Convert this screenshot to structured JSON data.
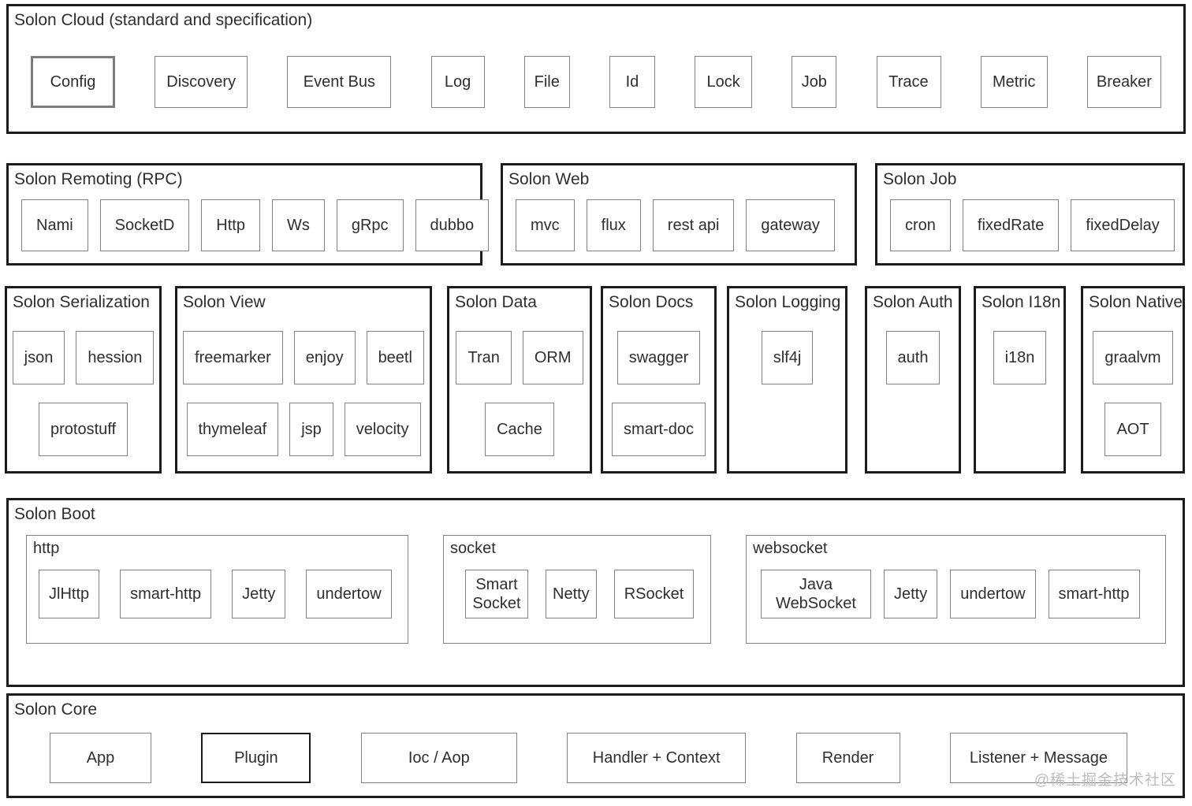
{
  "cloud": {
    "title": "Solon Cloud (standard and specification)",
    "items": [
      "Config",
      "Discovery",
      "Event Bus",
      "Log",
      "File",
      "Id",
      "Lock",
      "Job",
      "Trace",
      "Metric",
      "Breaker"
    ]
  },
  "remoting": {
    "title": "Solon Remoting (RPC)",
    "items": [
      "Nami",
      "SocketD",
      "Http",
      "Ws",
      "gRpc",
      "dubbo"
    ]
  },
  "web": {
    "title": "Solon Web",
    "items": [
      "mvc",
      "flux",
      "rest api",
      "gateway"
    ]
  },
  "job": {
    "title": "Solon Job",
    "items": [
      "cron",
      "fixedRate",
      "fixedDelay"
    ]
  },
  "serialization": {
    "title": "Solon Serialization",
    "rows": [
      [
        "json",
        "hession"
      ],
      [
        "protostuff"
      ]
    ]
  },
  "view": {
    "title": "Solon View",
    "rows": [
      [
        "freemarker",
        "enjoy",
        "beetl"
      ],
      [
        "thymeleaf",
        "jsp",
        "velocity"
      ]
    ]
  },
  "data": {
    "title": "Solon Data",
    "rows": [
      [
        "Tran",
        "ORM"
      ],
      [
        "Cache"
      ]
    ]
  },
  "docs": {
    "title": "Solon Docs",
    "rows": [
      [
        "swagger"
      ],
      [
        "smart-doc"
      ]
    ]
  },
  "logging": {
    "title": "Solon Logging",
    "rows": [
      [
        "slf4j"
      ]
    ]
  },
  "auth": {
    "title": "Solon Auth",
    "rows": [
      [
        "auth"
      ]
    ]
  },
  "i18n": {
    "title": "Solon I18n",
    "rows": [
      [
        "i18n"
      ]
    ]
  },
  "native": {
    "title": "Solon Native",
    "rows": [
      [
        "graalvm"
      ],
      [
        "AOT"
      ]
    ]
  },
  "boot": {
    "title": "Solon Boot",
    "groups": [
      {
        "title": "http",
        "items": [
          "JlHttp",
          "smart-http",
          "Jetty",
          "undertow"
        ]
      },
      {
        "title": "socket",
        "items": [
          "Smart Socket",
          "Netty",
          "RSocket"
        ]
      },
      {
        "title": "websocket",
        "items": [
          "Java WebSocket",
          "Jetty",
          "undertow",
          "smart-http"
        ]
      }
    ]
  },
  "core": {
    "title": "Solon Core",
    "items": [
      "App",
      "Plugin",
      "Ioc / Aop",
      "Handler + Context",
      "Render",
      "Listener + Message"
    ]
  },
  "page": {
    "watermark": "@稀土掘金技术社区"
  }
}
